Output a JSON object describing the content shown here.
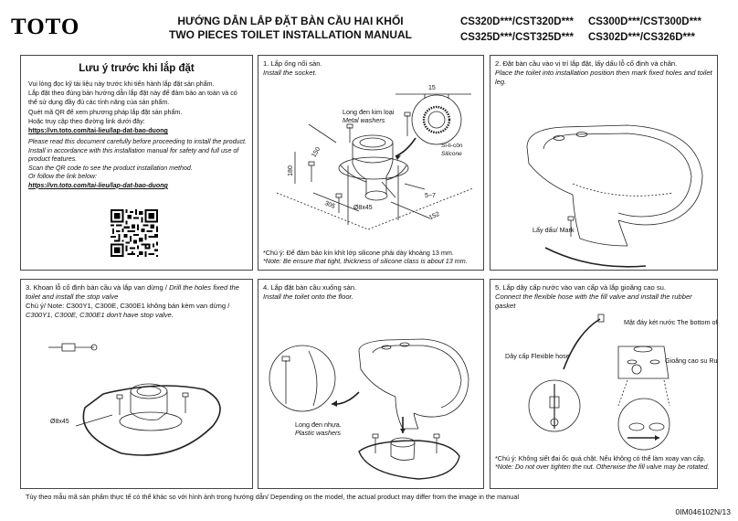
{
  "brand": "TOTO",
  "title": {
    "vi": "HƯỚNG DẪN LẮP ĐẶT BÀN CẦU HAI KHỐI",
    "en": "TWO PIECES TOILET INSTALLATION MANUAL"
  },
  "models": [
    "CS320D***/CST320D***",
    "CS300D***/CST300D***",
    "CS325D***/CST325D***",
    "CS302D***/CS326D***"
  ],
  "warning": {
    "title": "Lưu ý trước khi lắp đặt",
    "vi_1": "Vui lòng đọc kỹ tài liệu này trước khi tiến hành lắp đặt sản phẩm.",
    "vi_2": "Lắp đặt theo đúng bản hướng dẫn lắp đặt này để đảm bảo an toàn và có thể sử dụng đầy đủ các tính năng của sản phẩm.",
    "vi_3": "Quét mã QR để xem phương pháp lắp đặt sản phẩm.",
    "vi_4": "Hoặc truy cập theo đường link dưới đây:",
    "vi_link": "https://vn.toto.com/tai-lieu/lap-dat-bao-duong",
    "en_1": "Please read this document carefully before proceeding to install the product.",
    "en_2": "Install in accordance with this installation manual for safety and full use of product features.",
    "en_3": "Scan the QR code to see the product installation method.",
    "en_4": "Or follow the link below:",
    "en_link": "https://vn.toto.com/tai-lieu/lap-dat-bao-duong"
  },
  "steps": [
    {
      "vi": "1. Lắp ống nối sàn.",
      "en": "Install the socket.",
      "washer_vi": "Long đen kim loại",
      "washer_en": "Metal washers",
      "silicone_vi": "Si-li-côn",
      "silicone_en": "Silicone",
      "dims": [
        "15",
        "150",
        "180",
        "305",
        "Ø8x45",
        "5~7",
        "152"
      ],
      "note_vi": "*Chú ý: Để đảm bảo kín khít lớp silicone phải dày khoảng 13 mm.",
      "note_en": "*Note:  Be ensure that tight, thickness of silicone class is about 13 mm."
    },
    {
      "vi": "2. Đặt bàn cầu vào vị trí lắp đặt, lấy dấu lỗ cố định và chân.",
      "en": "Place the toilet into installation position then mark fixed holes and toilet leg.",
      "mark": "Lấy dấu/ Mark"
    },
    {
      "vi": "3. Khoan lỗ cố định bàn cầu và lắp van dừng / ",
      "en": "Drill the holes fixed the toilet and install the stop valve",
      "note_vi": "Chú ý/ Note: C300Y1, C300E, C300E1 không bán kèm van dừng /",
      "note_en": "C300Y1, C300E, C300E1 don't have stop valve.",
      "dim": "Ø8x45"
    },
    {
      "vi": "4. Lắp đặt bàn cầu xuống sàn.",
      "en": "Install the toilet onto the floor.",
      "washer_vi": "Long đen nhựa.",
      "washer_en": "Plastic washers"
    },
    {
      "vi": "5. Lắp dây cấp nước vào van cấp và lắp gioăng cao su.",
      "en": "Connect the flexible hose with the fill valve and install the rubber gasket",
      "tank_vi": "Mặt đáy két nước",
      "tank_en": "The bottom of the tank",
      "hose_vi": "Dây cấp",
      "hose_en": "Flexible hose",
      "gasket_vi": "Gioăng cao su",
      "gasket_en": "Rubber gasket",
      "note_vi": "*Chú ý: Không siết đai ốc quá chặt. Nếu không có thể làm xoay van cấp.",
      "note_en": "*Note: Do not over tighten the nut. Otherwise the fill valve may be rotated."
    }
  ],
  "footer_note": "Tùy theo mẫu mã sản phẩm thực tế có thể khác so với hình ảnh trong hướng dẫn/ Depending on the model, the actual product may differ from the image in the manual",
  "doc_code": "0IM046102N/13"
}
